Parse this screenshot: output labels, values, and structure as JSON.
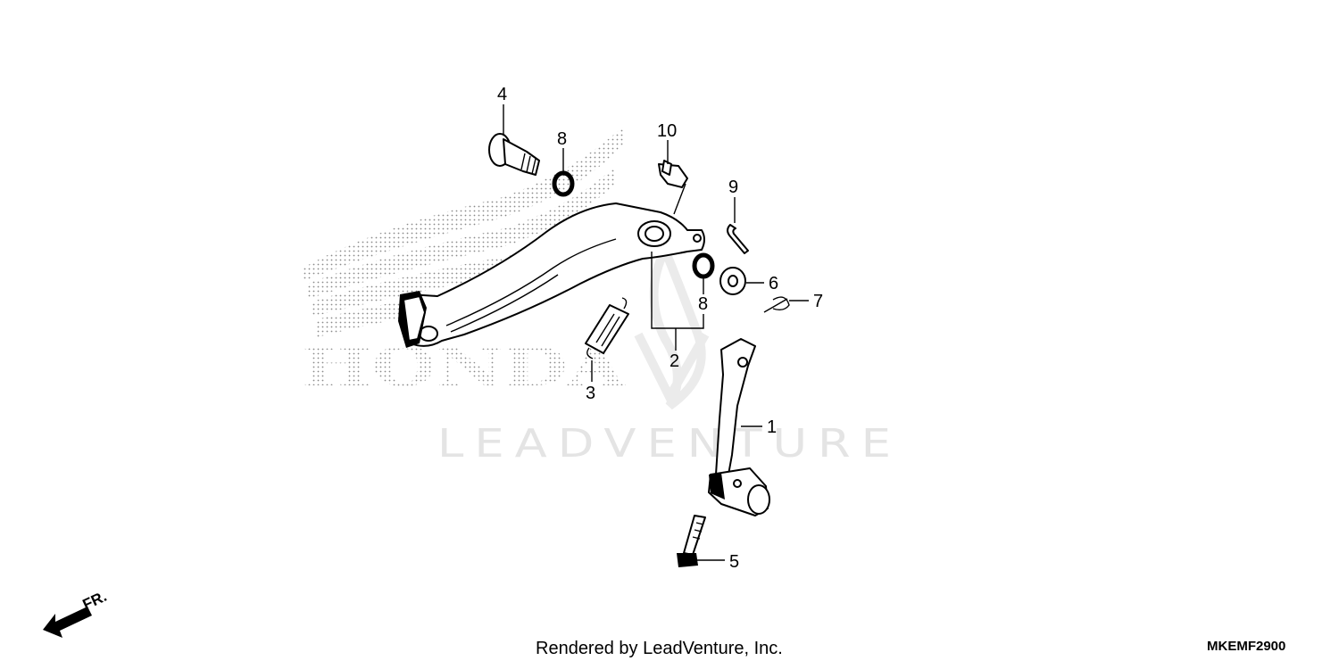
{
  "watermark": {
    "text": "LEADVENTURE"
  },
  "brand_watermark": {
    "text": "HONDA"
  },
  "direction_marker": {
    "label": "FR."
  },
  "callouts": [
    {
      "id": "1",
      "label": "1"
    },
    {
      "id": "2",
      "label": "2"
    },
    {
      "id": "3",
      "label": "3"
    },
    {
      "id": "4",
      "label": "4"
    },
    {
      "id": "5",
      "label": "5"
    },
    {
      "id": "6",
      "label": "6"
    },
    {
      "id": "7",
      "label": "7"
    },
    {
      "id": "8a",
      "label": "8"
    },
    {
      "id": "8b",
      "label": "8"
    },
    {
      "id": "9",
      "label": "9"
    },
    {
      "id": "10",
      "label": "10"
    }
  ],
  "footer": {
    "credit": "Rendered by LeadVenture, Inc.",
    "code": "MKEMF2900"
  }
}
